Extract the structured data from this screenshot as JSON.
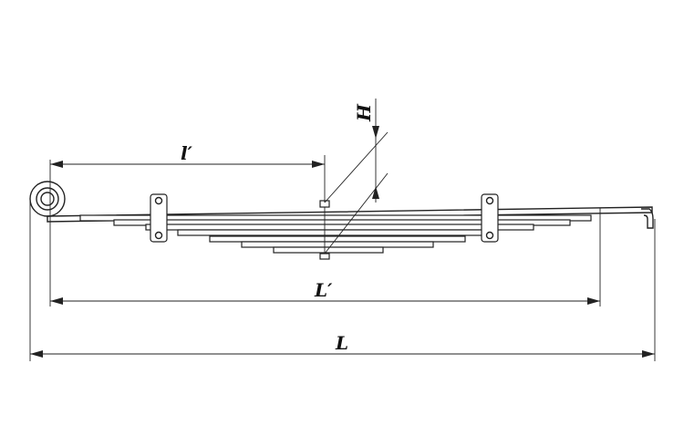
{
  "drawing": {
    "dimensions": {
      "total_length": "L",
      "loaded_length": "L′",
      "half_length": "l′",
      "height": "H"
    }
  },
  "colors": {
    "line": "#222222",
    "background": "#ffffff"
  }
}
